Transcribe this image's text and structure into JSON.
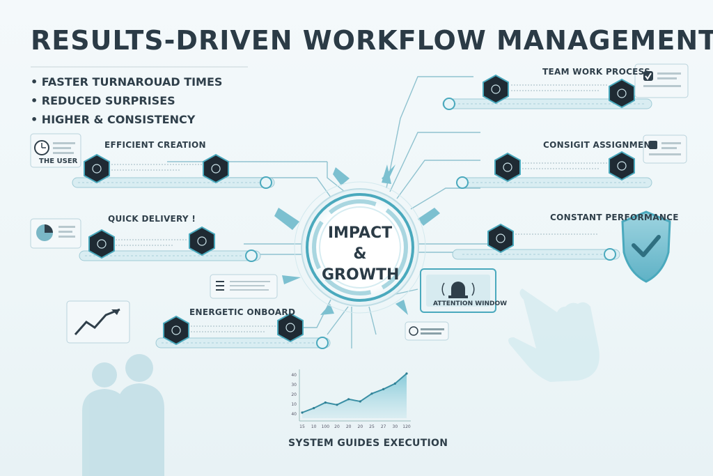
{
  "title": "RESULTS-DRIVEN WORKFLOW MANAGEMENT",
  "bullets": [
    "FASTER TURNAROUAD TIMES",
    "REDUCED SURPRISES",
    "HIGHER & CONSISTENCY"
  ],
  "hub": {
    "line1": "IMPACT",
    "line2": "& GROWTH"
  },
  "labels": {
    "the_user": "THE USER",
    "efficient_creation": "EFFICIENT CREATION",
    "quick_delivery": "QUICK DELIVERY !",
    "energetic_onboard": "ENERGETIC ONBOARD",
    "team_work_process": "TEAM WORK PROCESS",
    "consigit_assignment": "CONSIGIT ASSIGNMENT",
    "constant_performance": "CONSTANT PERFORMANCE",
    "attention_window": "ATTENTION WINDOW",
    "system_guides": "SYSTEM GUIDES EXECUTION"
  },
  "chart_data": {
    "type": "area",
    "title": "",
    "xlabel": "",
    "ylabel": "",
    "x_ticks": [
      "15",
      "10",
      "100",
      "20",
      "20",
      "20",
      "25",
      "27",
      "30",
      "120"
    ],
    "y_ticks": [
      "40",
      "30",
      "20",
      "10",
      "40"
    ],
    "values": [
      5,
      9,
      14,
      12,
      17,
      15,
      22,
      26,
      31,
      40
    ],
    "ylim": [
      0,
      45
    ]
  },
  "colors": {
    "accent": "#4aa9bd",
    "accent_light": "#a9d6e0",
    "dark": "#2b3b46",
    "hex_node": "#1f2a33"
  }
}
